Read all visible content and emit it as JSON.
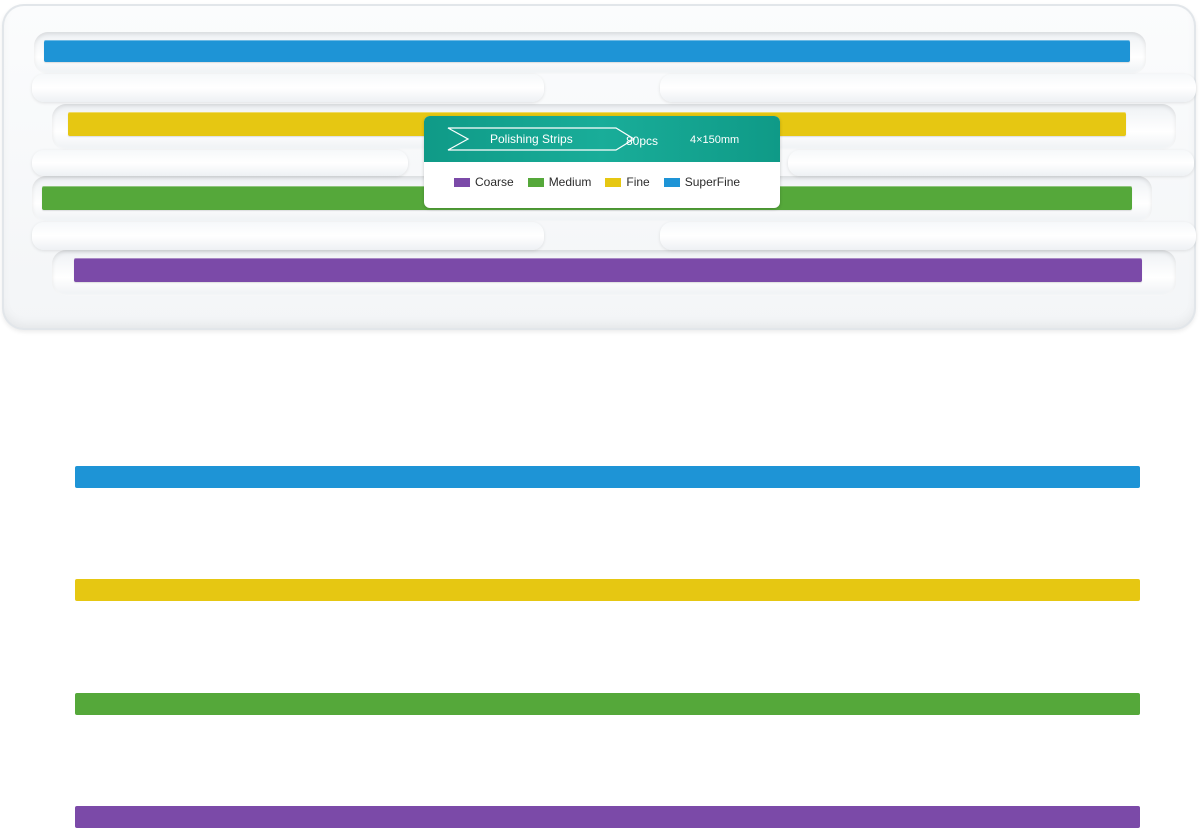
{
  "label": {
    "title": "Polishing Strips",
    "count": "80pcs",
    "size": "4×150mm",
    "legend": [
      {
        "text": "Coarse",
        "color": "#7b4aa8"
      },
      {
        "text": "Medium",
        "color": "#55a83a"
      },
      {
        "text": "Fine",
        "color": "#e6c712"
      },
      {
        "text": "SuperFine",
        "color": "#1e94d6"
      }
    ],
    "accent_color": "#12a08d"
  },
  "strips": [
    {
      "grade": "SuperFine",
      "color": "#1e94d6"
    },
    {
      "grade": "Fine",
      "color": "#e6c712"
    },
    {
      "grade": "Medium",
      "color": "#55a83a"
    },
    {
      "grade": "Coarse",
      "color": "#7b4aa8"
    }
  ]
}
